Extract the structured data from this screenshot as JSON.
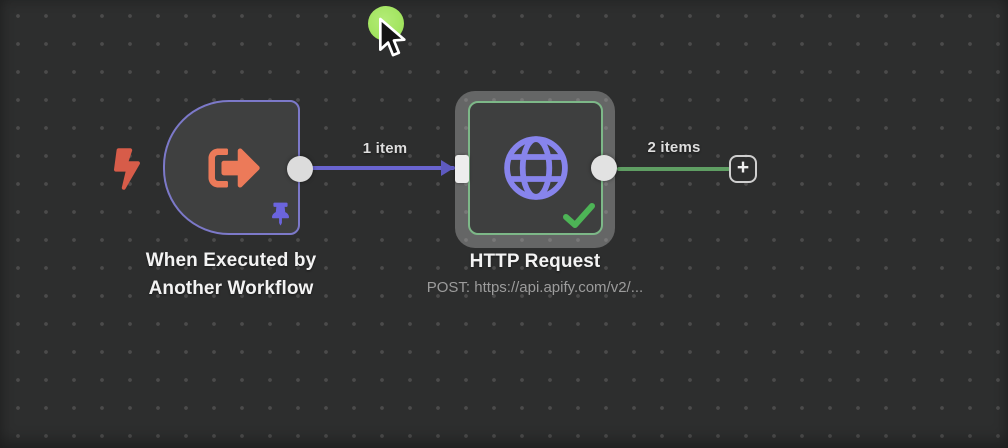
{
  "canvas": {
    "background": "#2d2e2e",
    "dot_color": "#4b4b4b"
  },
  "nodes": [
    {
      "id": "when-executed-trigger",
      "title": "When Executed by Another Workflow",
      "icon": "sign-out-arrow-icon",
      "icon_color": "#ec7a59",
      "border_color": "#7c79c9",
      "pinned": true,
      "lightning_color": "#d75c49"
    },
    {
      "id": "http-request",
      "title": "HTTP Request",
      "subtitle": "POST: https://api.apify.com/v2/...",
      "icon": "globe-icon",
      "icon_color": "#8784ec",
      "border_color": "#7db888",
      "status": "success",
      "status_color": "#4db456",
      "selected": true
    }
  ],
  "connections": [
    {
      "from": "when-executed-trigger",
      "to": "http-request",
      "label": "1 item",
      "color": "#6964cf"
    },
    {
      "from": "http-request",
      "to": "add-node",
      "label": "2 items",
      "color": "#5f9e63"
    }
  ],
  "controls": {
    "add_node_label": "+"
  },
  "cursor": {
    "type": "arrow-pointer",
    "click_indicator_color": "#a3e45f"
  }
}
